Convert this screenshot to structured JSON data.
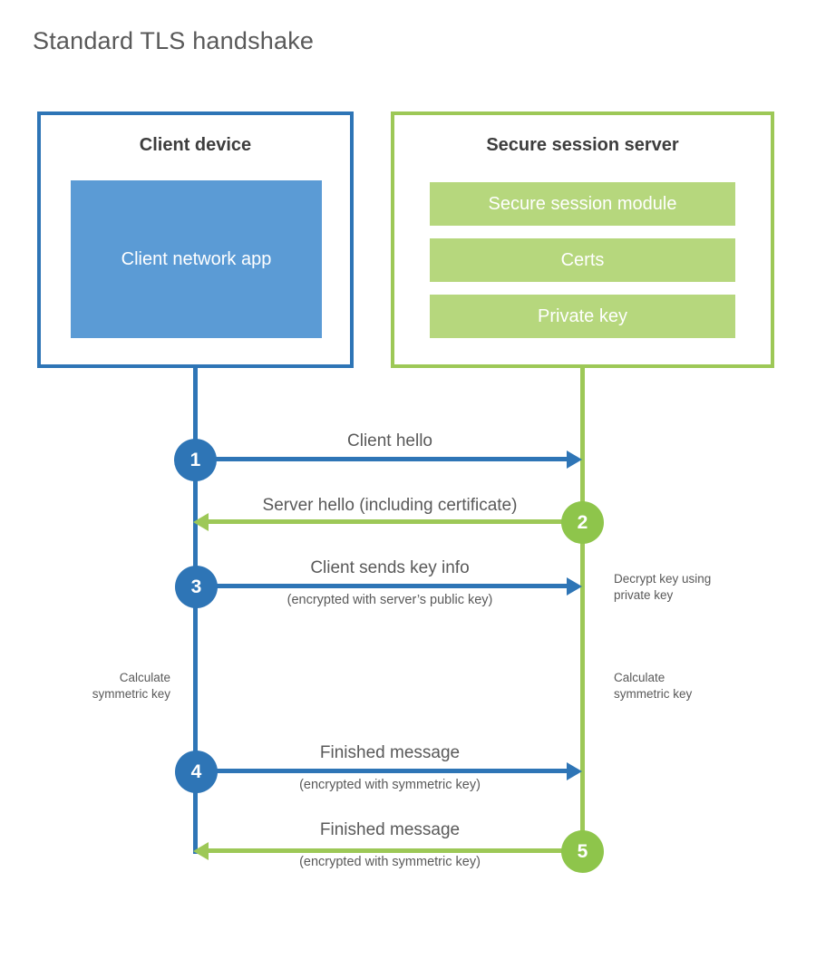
{
  "title": "Standard TLS handshake",
  "colors": {
    "blue_stroke": "#2e75b6",
    "blue_fill": "#5b9bd5",
    "green_stroke": "#9dc857",
    "green_circle": "#8ec54b",
    "green_fill": "#b6d77d",
    "text_dark": "#3d3d3d",
    "text_gray": "#595959"
  },
  "client": {
    "title": "Client device",
    "app_label": "Client network app"
  },
  "server": {
    "title": "Secure session server",
    "modules": [
      "Secure session module",
      "Certs",
      "Private key"
    ]
  },
  "steps": [
    {
      "num": "1",
      "label": "Client hello",
      "sub": "",
      "direction": "right",
      "actor": "client"
    },
    {
      "num": "2",
      "label": "Server hello (including certificate)",
      "sub": "",
      "direction": "left",
      "actor": "server"
    },
    {
      "num": "3",
      "label": "Client sends key info",
      "sub": "(encrypted with server’s public key)",
      "direction": "right",
      "actor": "client"
    },
    {
      "num": "4",
      "label": "Finished message",
      "sub": "(encrypted with symmetric key)",
      "direction": "right",
      "actor": "client"
    },
    {
      "num": "5",
      "label": "Finished message",
      "sub": "(encrypted with symmetric key)",
      "direction": "left",
      "actor": "server"
    }
  ],
  "side_notes": {
    "decrypt": "Decrypt key using private key",
    "calc_left": "Calculate symmetric key",
    "calc_right": "Calculate symmetric key"
  }
}
